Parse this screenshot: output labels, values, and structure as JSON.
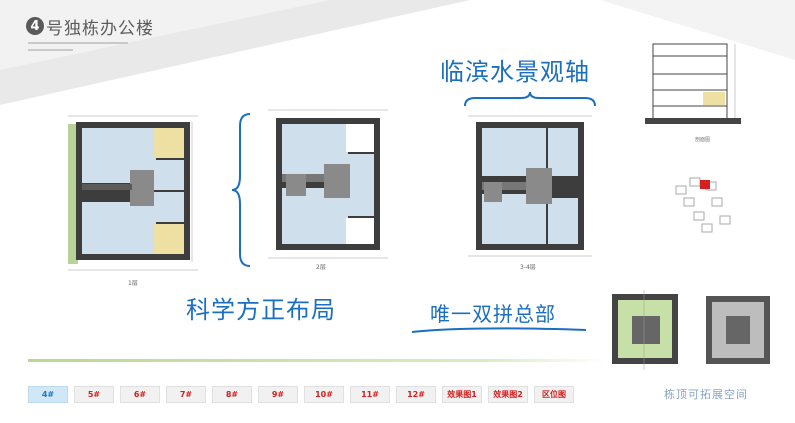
{
  "header": {
    "number": "4",
    "title": "号独栋办公楼"
  },
  "headlines": {
    "riverside": "临滨水景观轴",
    "layout": "科学方正布局",
    "hq": "唯一双拼总部"
  },
  "plans": [
    {
      "label": "1层"
    },
    {
      "label": "2层"
    },
    {
      "label": "3-4层"
    }
  ],
  "section_label": "剖面图",
  "roof_caption": "栋顶可拓展空间",
  "nav": {
    "items": [
      {
        "label": "4#",
        "active": true
      },
      {
        "label": "5#",
        "active": false
      },
      {
        "label": "6#",
        "active": false
      },
      {
        "label": "7#",
        "active": false
      },
      {
        "label": "8#",
        "active": false
      },
      {
        "label": "9#",
        "active": false
      },
      {
        "label": "10#",
        "active": false
      },
      {
        "label": "11#",
        "active": false
      },
      {
        "label": "12#",
        "active": false
      },
      {
        "label": "效果图1",
        "active": false
      },
      {
        "label": "效果图2",
        "active": false
      },
      {
        "label": "区位图",
        "active": false
      }
    ]
  },
  "colors": {
    "accent_blue": "#1b6fc0",
    "room_blue": "#cfe0ec",
    "room_yellow": "#eedfa3",
    "nav_red": "#d32020",
    "divider_green": "#b9d88e"
  }
}
